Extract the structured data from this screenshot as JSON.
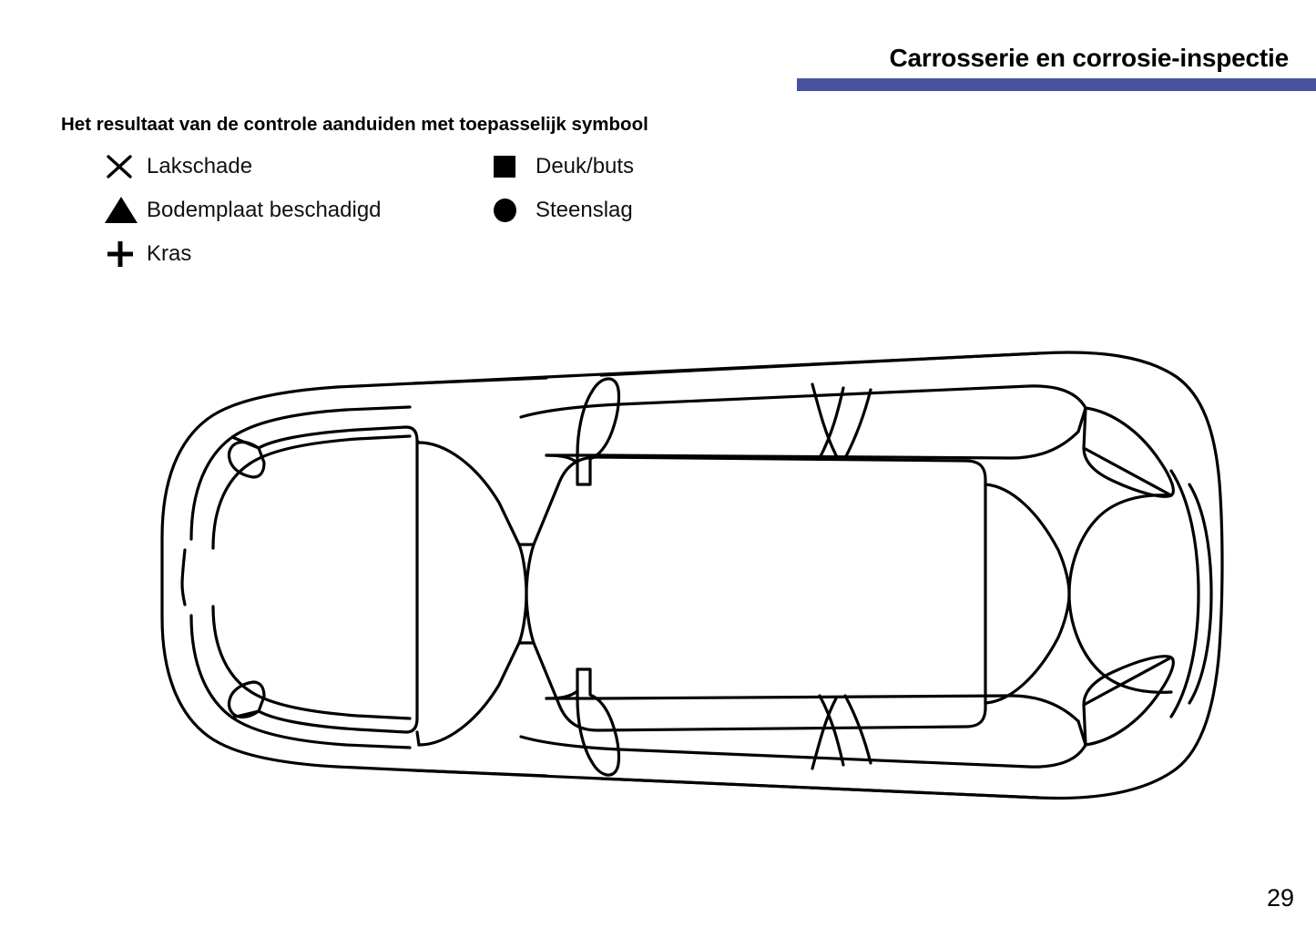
{
  "header": {
    "title": "Carrosserie en corrosie-inspectie",
    "rule_color": "#4a52a0"
  },
  "legend": {
    "heading": "Het resultaat van de controle aanduiden met toepasselijk symbool",
    "items": [
      {
        "symbol": "x-mark-icon",
        "label": "Lakschade",
        "column": "left",
        "row": 0
      },
      {
        "symbol": "filled-triangle-icon",
        "label": "Bodemplaat beschadigd",
        "column": "left",
        "row": 1
      },
      {
        "symbol": "plus-mark-icon",
        "label": "Kras",
        "column": "left",
        "row": 2
      },
      {
        "symbol": "filled-square-icon",
        "label": "Deuk/buts",
        "column": "right",
        "row": 0
      },
      {
        "symbol": "filled-circle-icon",
        "label": "Steenslag",
        "column": "right",
        "row": 1
      }
    ]
  },
  "diagram": {
    "name": "car-top-view-outline",
    "description": "Top-down outline drawing of a passenger car for marking damage locations",
    "stroke_color": "#000000",
    "fill_color": "#ffffff"
  },
  "footer": {
    "page_number": "29"
  }
}
